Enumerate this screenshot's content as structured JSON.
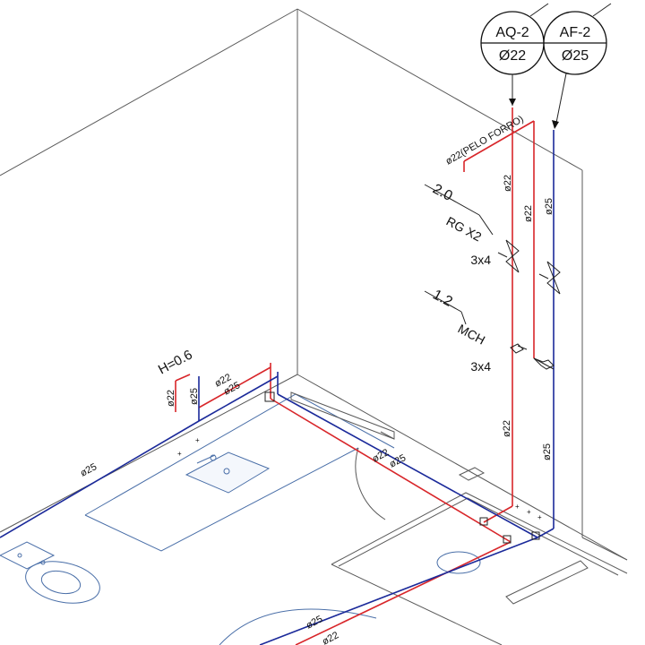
{
  "tags": {
    "hot": {
      "id": "AQ-2",
      "diameter": "Ø22"
    },
    "cold": {
      "id": "AF-2",
      "diameter": "Ø25"
    }
  },
  "labels": {
    "riser_top": "ø22(PELO FORRO)",
    "hot_riser_upper": "ø22",
    "hot_riser_inner": "ø22",
    "cold_riser_upper": "ø25",
    "hot_riser_lower": "ø22",
    "cold_riser_lower": "ø25",
    "valve1_height": "2.0",
    "valve1_type": "RG X2",
    "valve1_size": "3x4",
    "valve2_height": "1.2",
    "valve2_type": "MCH",
    "valve2_size": "3x4",
    "sink_height": "H=0.6",
    "sink_hot": "ø22",
    "sink_cold": "ø25",
    "sink_top_hot": "ø22",
    "sink_top_cold": "ø25",
    "wall_run_cold": "ø25",
    "floor_run_hot": "ø22",
    "floor_run_cold": "ø25",
    "bottom_cold": "ø25",
    "bottom_hot": "ø22"
  },
  "colors": {
    "hot_water": "#d8262a",
    "cold_water": "#1b2a9a",
    "walls": "#5a5a5a",
    "fixtures": "#4a6fa8"
  }
}
